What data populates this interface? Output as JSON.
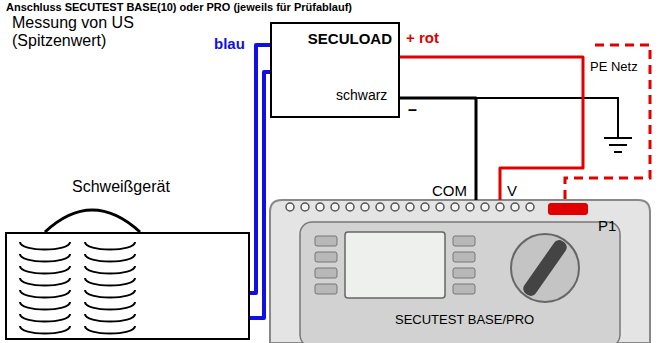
{
  "diagram": {
    "title": "Anschluss SECUTEST BASE(10) oder PRO (jeweils für Prüfablauf)",
    "nodes": [
      {
        "text": [
          "SECULOAD"
        ]
      },
      {
        "text": [
          "Schweißgerät"
        ]
      },
      {
        "text": [
          "SECUTEST BASE/PRO"
        ]
      }
    ],
    "edges": [
      {
        "from": 1,
        "to": 0,
        "arrow": "none"
      },
      {
        "from": 1,
        "to": 0,
        "arrow": "none"
      },
      {
        "from": 0,
        "to": 2,
        "arrow": "none"
      },
      {
        "from": 0,
        "to": 2,
        "arrow": "none"
      }
    ],
    "labels": [
      "Messung von US (Spitzenwert)",
      "blau",
      "+ rot",
      "PE Netz",
      "schwarz",
      "–",
      "COM",
      "V",
      "P1"
    ]
  }
}
